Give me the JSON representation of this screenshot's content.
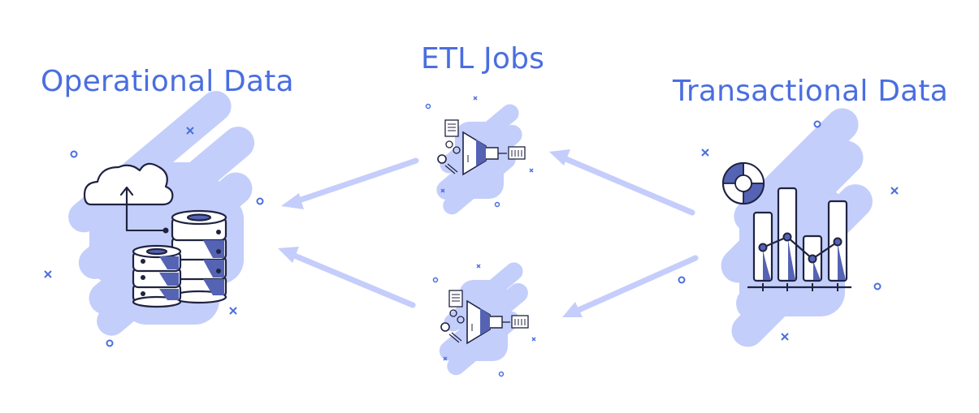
{
  "labels": {
    "operational": "Operational Data",
    "etl": "ETL Jobs",
    "transactional": "Transactional Data"
  },
  "colors": {
    "accent": "#4a6ee0",
    "blob": "#c3cefb",
    "arrow": "#c4cdfb",
    "ink": "#1f2340",
    "fill_dark": "#5563b5"
  },
  "icons": {
    "operational": "cloud-database-icon",
    "etl_top": "etl-funnel-icon",
    "etl_bottom": "etl-funnel-icon",
    "transactional": "bar-line-chart-icon"
  }
}
